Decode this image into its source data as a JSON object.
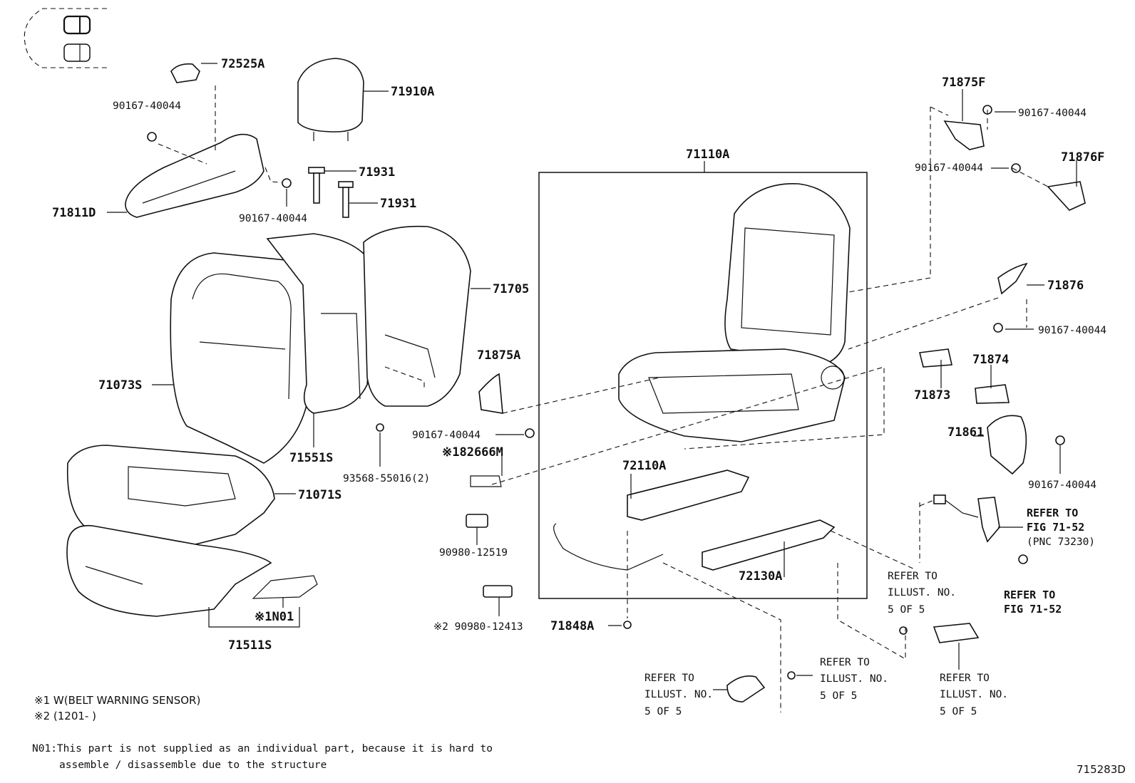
{
  "diagram_code": "715283D",
  "group_label": "71110A",
  "labels": [
    {
      "id": "l1",
      "text": "72525A"
    },
    {
      "id": "l2",
      "text": "90167-40044"
    },
    {
      "id": "l3",
      "text": "71910A"
    },
    {
      "id": "l4",
      "text": "71811D"
    },
    {
      "id": "l5",
      "text": "90167-40044"
    },
    {
      "id": "l6",
      "text": "71931"
    },
    {
      "id": "l7",
      "text": "71931"
    },
    {
      "id": "l8",
      "text": "71705"
    },
    {
      "id": "l9",
      "text": "71073S"
    },
    {
      "id": "l10",
      "text": "71551S"
    },
    {
      "id": "l11",
      "text": "71875A"
    },
    {
      "id": "l12",
      "text": "90167-40044"
    },
    {
      "id": "l13",
      "text": "※182666M"
    },
    {
      "id": "l14",
      "text": "93568-55016(2)"
    },
    {
      "id": "l15",
      "text": "71071S"
    },
    {
      "id": "l16",
      "text": "90980-12519"
    },
    {
      "id": "l17",
      "text": "※1N01"
    },
    {
      "id": "l18",
      "text": "71511S"
    },
    {
      "id": "l19",
      "text": "※2 90980-12413"
    },
    {
      "id": "l20",
      "text": "71848A"
    },
    {
      "id": "l21",
      "text": "72110A"
    },
    {
      "id": "l22",
      "text": "72130A"
    },
    {
      "id": "l23",
      "text": "71875F"
    },
    {
      "id": "l24",
      "text": "90167-40044"
    },
    {
      "id": "l25",
      "text": "90167-40044"
    },
    {
      "id": "l26",
      "text": "71876F"
    },
    {
      "id": "l27",
      "text": "71876"
    },
    {
      "id": "l28",
      "text": "90167-40044"
    },
    {
      "id": "l29",
      "text": "71873"
    },
    {
      "id": "l30",
      "text": "71874"
    },
    {
      "id": "l31",
      "text": "71861"
    },
    {
      "id": "l32",
      "text": "90167-40044"
    }
  ],
  "references": [
    {
      "id": "r1",
      "lines": [
        "REFER TO",
        "FIG 71-52",
        "(PNC 73230)"
      ]
    },
    {
      "id": "r2",
      "lines": [
        "REFER TO",
        "FIG 71-52"
      ]
    },
    {
      "id": "r3",
      "lines": [
        "REFER TO",
        "ILLUST. NO.",
        "5 OF 5"
      ]
    },
    {
      "id": "r4",
      "lines": [
        "REFER TO",
        "ILLUST. NO.",
        "5 OF 5"
      ]
    },
    {
      "id": "r5",
      "lines": [
        "REFER TO",
        "ILLUST. NO.",
        "5 OF 5"
      ]
    },
    {
      "id": "r6",
      "lines": [
        "REFER TO",
        "ILLUST. NO.",
        "5 OF 5"
      ]
    }
  ],
  "footnotes": {
    "note1": "※1 W(BELT WARNING SENSOR)",
    "note2": "※2 (1201-      )",
    "n01_line1": "N01:This part is not supplied as an individual part, because it is hard to",
    "n01_line2": "assemble / disassemble due to the structure"
  }
}
